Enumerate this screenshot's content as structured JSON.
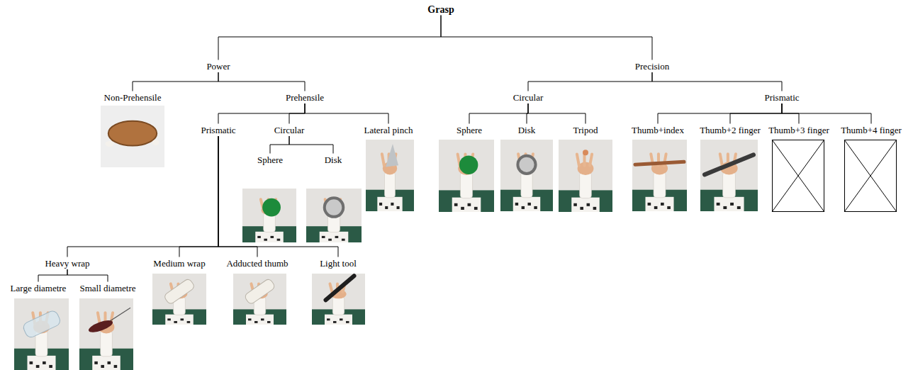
{
  "diagram": {
    "nodes": [
      {
        "text": [
          "Grasp"
        ]
      },
      {
        "text": [
          "Power"
        ]
      },
      {
        "text": [
          "Precision"
        ]
      },
      {
        "text": [
          "Non-Prehensile"
        ]
      },
      {
        "text": [
          "Prehensile"
        ]
      },
      {
        "text": [
          "Prismatic"
        ]
      },
      {
        "text": [
          "Circular"
        ]
      },
      {
        "text": [
          "Lateral pinch"
        ]
      },
      {
        "text": [
          "Sphere"
        ]
      },
      {
        "text": [
          "Disk"
        ]
      },
      {
        "text": [
          "Circular"
        ]
      },
      {
        "text": [
          "Prismatic"
        ]
      },
      {
        "text": [
          "Sphere"
        ]
      },
      {
        "text": [
          "Disk"
        ]
      },
      {
        "text": [
          "Tripod"
        ]
      },
      {
        "text": [
          "Thumb+index"
        ]
      },
      {
        "text": [
          "Thumb+2 finger"
        ]
      },
      {
        "text": [
          "Thumb+3 finger"
        ]
      },
      {
        "text": [
          "Thumb+4 finger"
        ]
      },
      {
        "text": [
          "Heavy wrap"
        ]
      },
      {
        "text": [
          "Medium wrap"
        ]
      },
      {
        "text": [
          "Adducted thumb"
        ]
      },
      {
        "text": [
          "Light tool"
        ]
      },
      {
        "text": [
          "Large diametre"
        ]
      },
      {
        "text": [
          "Small diametre"
        ]
      }
    ],
    "edges": [
      {
        "from": 0,
        "to": 1,
        "arrow": "none"
      },
      {
        "from": 0,
        "to": 2,
        "arrow": "none"
      },
      {
        "from": 1,
        "to": 3,
        "arrow": "none"
      },
      {
        "from": 1,
        "to": 4,
        "arrow": "none"
      },
      {
        "from": 4,
        "to": 5,
        "arrow": "none"
      },
      {
        "from": 4,
        "to": 6,
        "arrow": "none"
      },
      {
        "from": 4,
        "to": 7,
        "arrow": "none"
      },
      {
        "from": 6,
        "to": 8,
        "arrow": "none"
      },
      {
        "from": 6,
        "to": 9,
        "arrow": "none"
      },
      {
        "from": 2,
        "to": 10,
        "arrow": "none"
      },
      {
        "from": 2,
        "to": 11,
        "arrow": "none"
      },
      {
        "from": 10,
        "to": 12,
        "arrow": "none"
      },
      {
        "from": 10,
        "to": 13,
        "arrow": "none"
      },
      {
        "from": 10,
        "to": 14,
        "arrow": "none"
      },
      {
        "from": 11,
        "to": 15,
        "arrow": "none"
      },
      {
        "from": 11,
        "to": 16,
        "arrow": "none"
      },
      {
        "from": 11,
        "to": 17,
        "arrow": "none"
      },
      {
        "from": 11,
        "to": 18,
        "arrow": "none"
      },
      {
        "from": 5,
        "to": 19,
        "arrow": "none"
      },
      {
        "from": 5,
        "to": 20,
        "arrow": "none"
      },
      {
        "from": 5,
        "to": 21,
        "arrow": "none"
      },
      {
        "from": 5,
        "to": 22,
        "arrow": "none"
      },
      {
        "from": 19,
        "to": 23,
        "arrow": "none"
      },
      {
        "from": 19,
        "to": 24,
        "arrow": "none"
      }
    ]
  }
}
